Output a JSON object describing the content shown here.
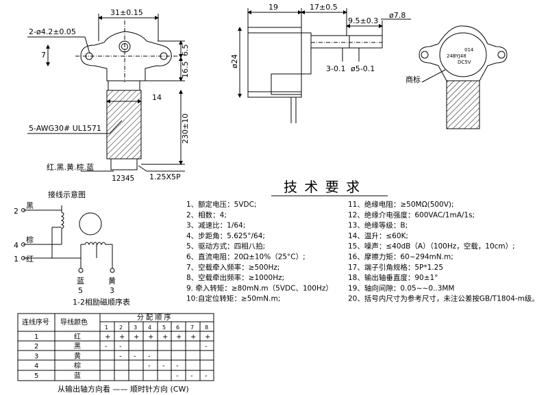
{
  "drawing_front": {
    "width_dim": "31±0.15",
    "holes_dim": "2-ø4.2±0.05",
    "left_dim": "7",
    "right_dim_a": "6.5",
    "right_dim_b": "16.5",
    "lead_len_dim": "230±10",
    "lead_width_dim": "14",
    "wire_spec": "5-AWG30# UL1571",
    "wire_colors": "红.黑.黄.棕.蓝",
    "pin_numbers": "12345",
    "connector": "1.25X5P"
  },
  "drawing_side": {
    "body_len": "19",
    "shaft_len": "17±0.5",
    "flat_len": "9.5±0.3",
    "shaft_dia": "ø7.8",
    "body_dia": "ø24",
    "flat_dim": "3-0.1",
    "shaft_dim": "ø5-0.1"
  },
  "drawing_view": {
    "brand_label": "商标",
    "label_line1": "24BYJ48",
    "label_line2": "DC5V",
    "label_code": "014"
  },
  "schematic": {
    "title": "接线示意图",
    "pins": [
      {
        "num": "2",
        "color": "黑"
      },
      {
        "num": "4",
        "color": "棕"
      },
      {
        "num": "1",
        "color": "红"
      }
    ],
    "bottom_pins": [
      {
        "color": "蓝",
        "num": "5"
      },
      {
        "color": "黄",
        "num": "3"
      }
    ],
    "table_title": "1-2相励磁顺序表"
  },
  "table": {
    "col1": "连线序号",
    "col2": "导线颜色",
    "group": "分 配 顺 序",
    "steps": [
      "1",
      "2",
      "3",
      "4",
      "5",
      "6",
      "7",
      "8"
    ],
    "rows": [
      {
        "num": "1",
        "color": "红",
        "cells": [
          "+",
          "+",
          "+",
          "+",
          "+",
          "+",
          "+",
          "+"
        ]
      },
      {
        "num": "2",
        "color": "黑",
        "cells": [
          "-",
          "-",
          "",
          "",
          "",
          "",
          "",
          "-"
        ]
      },
      {
        "num": "3",
        "color": "黄",
        "cells": [
          "",
          "-",
          "-",
          "-",
          "",
          "",
          "",
          ""
        ]
      },
      {
        "num": "4",
        "color": "棕",
        "cells": [
          "",
          "",
          "",
          "-",
          "-",
          "-",
          "",
          ""
        ]
      },
      {
        "num": "5",
        "color": "蓝",
        "cells": [
          "",
          "",
          "",
          "",
          "",
          "-",
          "-",
          "-"
        ]
      }
    ],
    "footer": "从输出轴方向看 —— 顺时针方向 (CW)"
  },
  "specs": {
    "title": "技 术 要 求",
    "left": [
      "1、额定电压：5VDC;",
      "2、相数：4;",
      "3、减速比：1/64;",
      "4、步距角：5.625°/64;",
      "5、驱动方式：四相八拍;",
      "6、直流电阻：20Ω±10%（25°C）;",
      "7、空载牵入频率：≥500Hz;",
      "8、空载牵出频率：≥1000Hz;",
      "9. 牵入转矩：≥80mN.m（5VDC、100Hz）",
      "10:自定位转矩：≥50mN.m;"
    ],
    "right": [
      "11、绝缘电阻：≥50MΩ(500V);",
      "12、绝缘介电强度：600VAC/1mA/1s;",
      "13、绝缘等级：B;",
      "14、温升：≤60K;",
      "15、噪声：≤40dB（A）（100Hz，空载，10cm）;",
      "16、摩擦力矩：60~294mN.m;",
      "17、端子引角规格：5P*1.25",
      "18、输出轴垂直度：90±1°",
      "19、轴向间隙：0.05~~0..3MM",
      "20、括号内尺寸为参考尺寸，未注公差按GB/T1804-m级。"
    ]
  }
}
